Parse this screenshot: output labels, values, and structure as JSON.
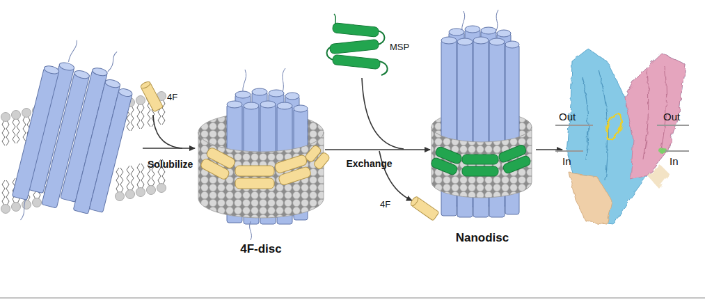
{
  "diagram": {
    "nodes": [
      {
        "text": [
          "4F-disc"
        ]
      },
      {
        "text": [
          "Nanodisc"
        ]
      }
    ],
    "edges": [
      {
        "from": 0,
        "to": 1,
        "arrow": "to",
        "label": "Exchange"
      }
    ],
    "labels": [
      "4F",
      "Solubilize",
      "MSP",
      "4F",
      "Out",
      "Out",
      "In",
      "In"
    ]
  }
}
